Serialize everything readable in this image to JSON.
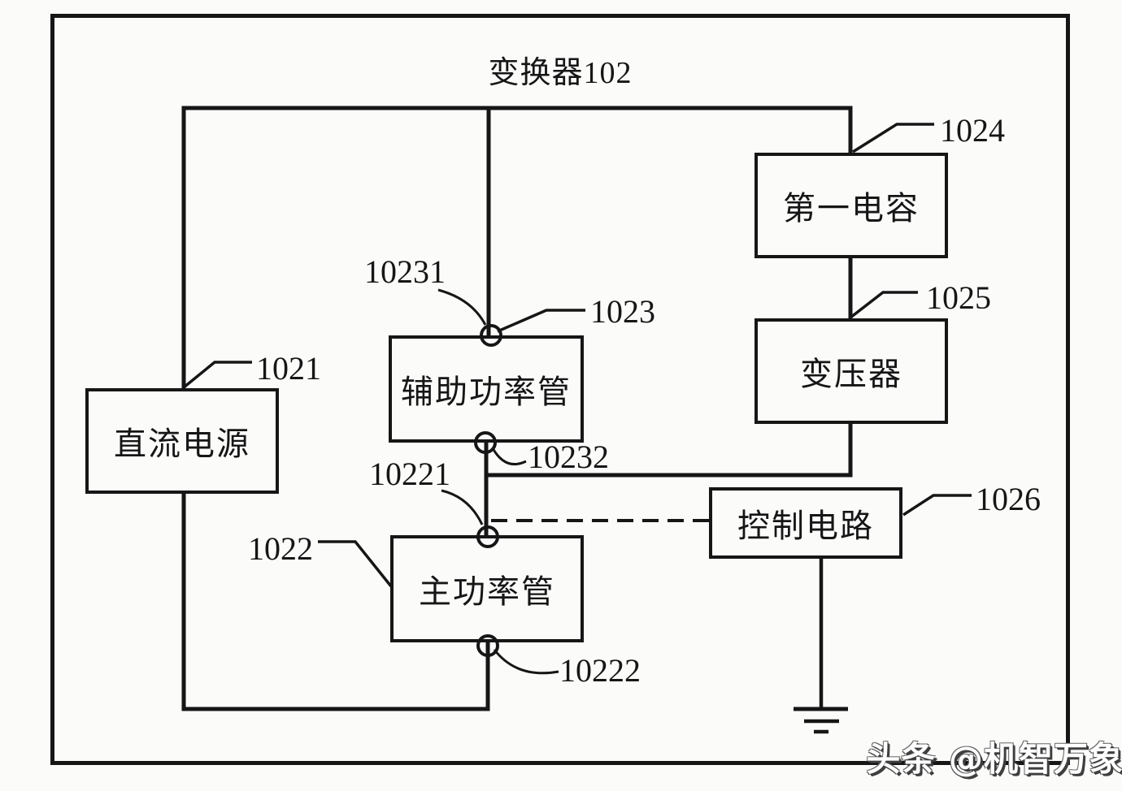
{
  "figure": {
    "title": "变换器102",
    "blocks": [
      {
        "name": "dc-source",
        "label": "直流电源",
        "ref": "1021"
      },
      {
        "name": "main-power-tube",
        "label": "主功率管",
        "ref": "1022"
      },
      {
        "name": "aux-power-tube",
        "label": "辅助功率管",
        "ref": "1023"
      },
      {
        "name": "first-capacitor",
        "label": "第一电容",
        "ref": "1024"
      },
      {
        "name": "transformer",
        "label": "变压器",
        "ref": "1025"
      },
      {
        "name": "control-circuit",
        "label": "控制电路",
        "ref": "1026"
      }
    ],
    "terminals": [
      {
        "name": "aux-tube-top-terminal",
        "ref": "10231"
      },
      {
        "name": "aux-tube-bottom-terminal",
        "ref": "10232"
      },
      {
        "name": "main-tube-top-terminal",
        "ref": "10221"
      },
      {
        "name": "main-tube-bottom-terminal",
        "ref": "10222"
      }
    ]
  },
  "watermark": "头条 @机智万象",
  "colors": {
    "line": "#161616",
    "background": "#fbfbfa",
    "watermark_fill": "#ffffff",
    "watermark_outline": "#3f3f3f"
  }
}
